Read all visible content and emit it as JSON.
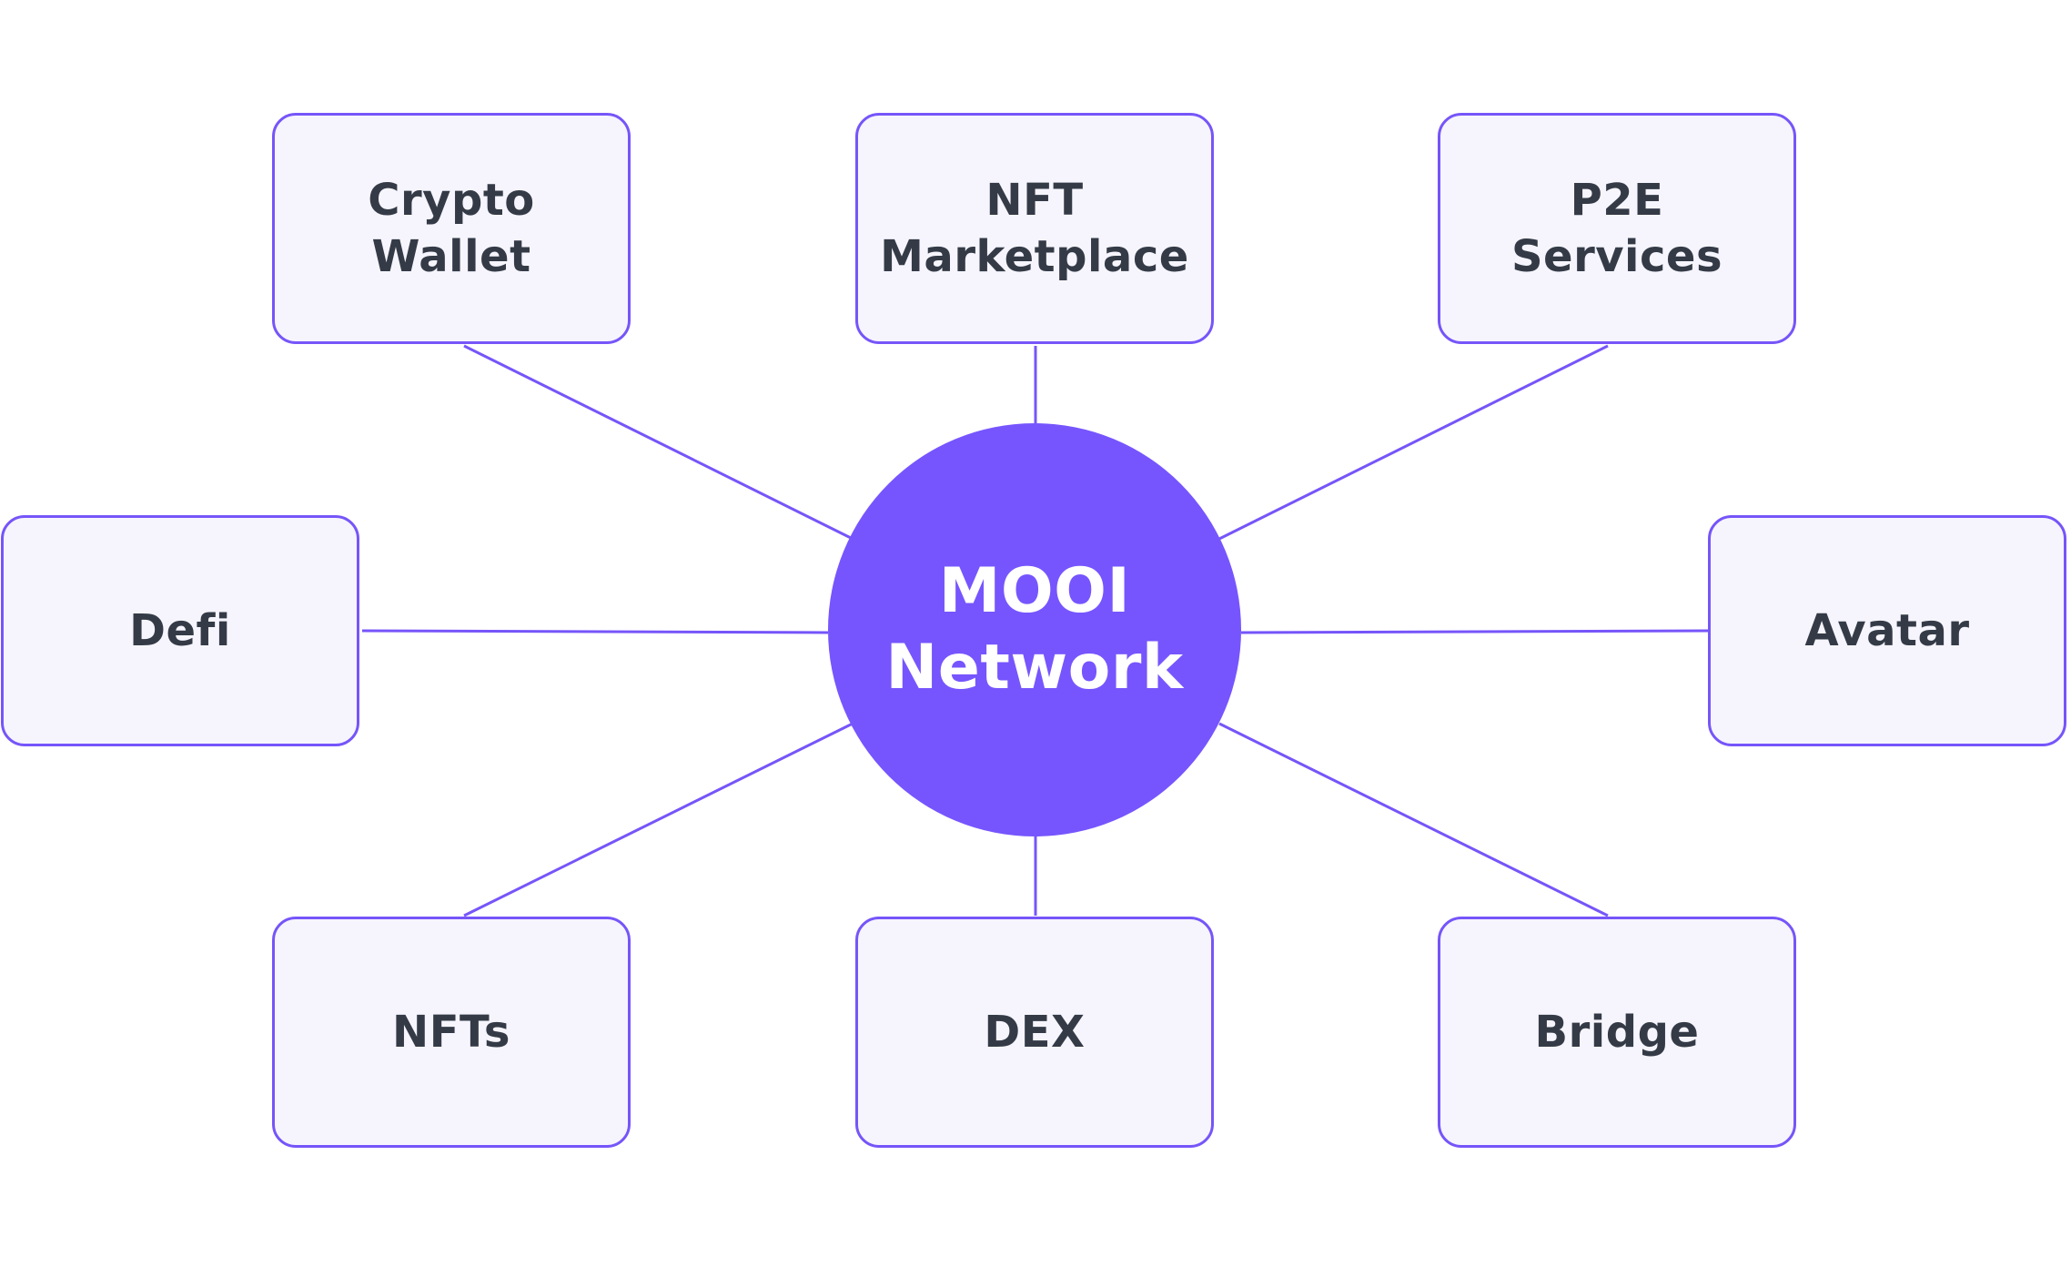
{
  "diagram": {
    "center": {
      "label": "MOOI\nNetwork"
    },
    "nodes": [
      {
        "id": "crypto-wallet",
        "label": "Crypto\nWallet"
      },
      {
        "id": "nft-marketplace",
        "label": "NFT\nMarketplace"
      },
      {
        "id": "p2e-services",
        "label": "P2E\nServices"
      },
      {
        "id": "defi",
        "label": "Defi"
      },
      {
        "id": "avatar",
        "label": "Avatar"
      },
      {
        "id": "nfts",
        "label": "NFTs"
      },
      {
        "id": "dex",
        "label": "DEX"
      },
      {
        "id": "bridge",
        "label": "Bridge"
      }
    ]
  },
  "colors": {
    "accent": "#7655fe",
    "node_fill": "#f6f5fd",
    "node_border": "#7655f9",
    "text_dark": "#343b47",
    "text_light": "#ffffff"
  }
}
